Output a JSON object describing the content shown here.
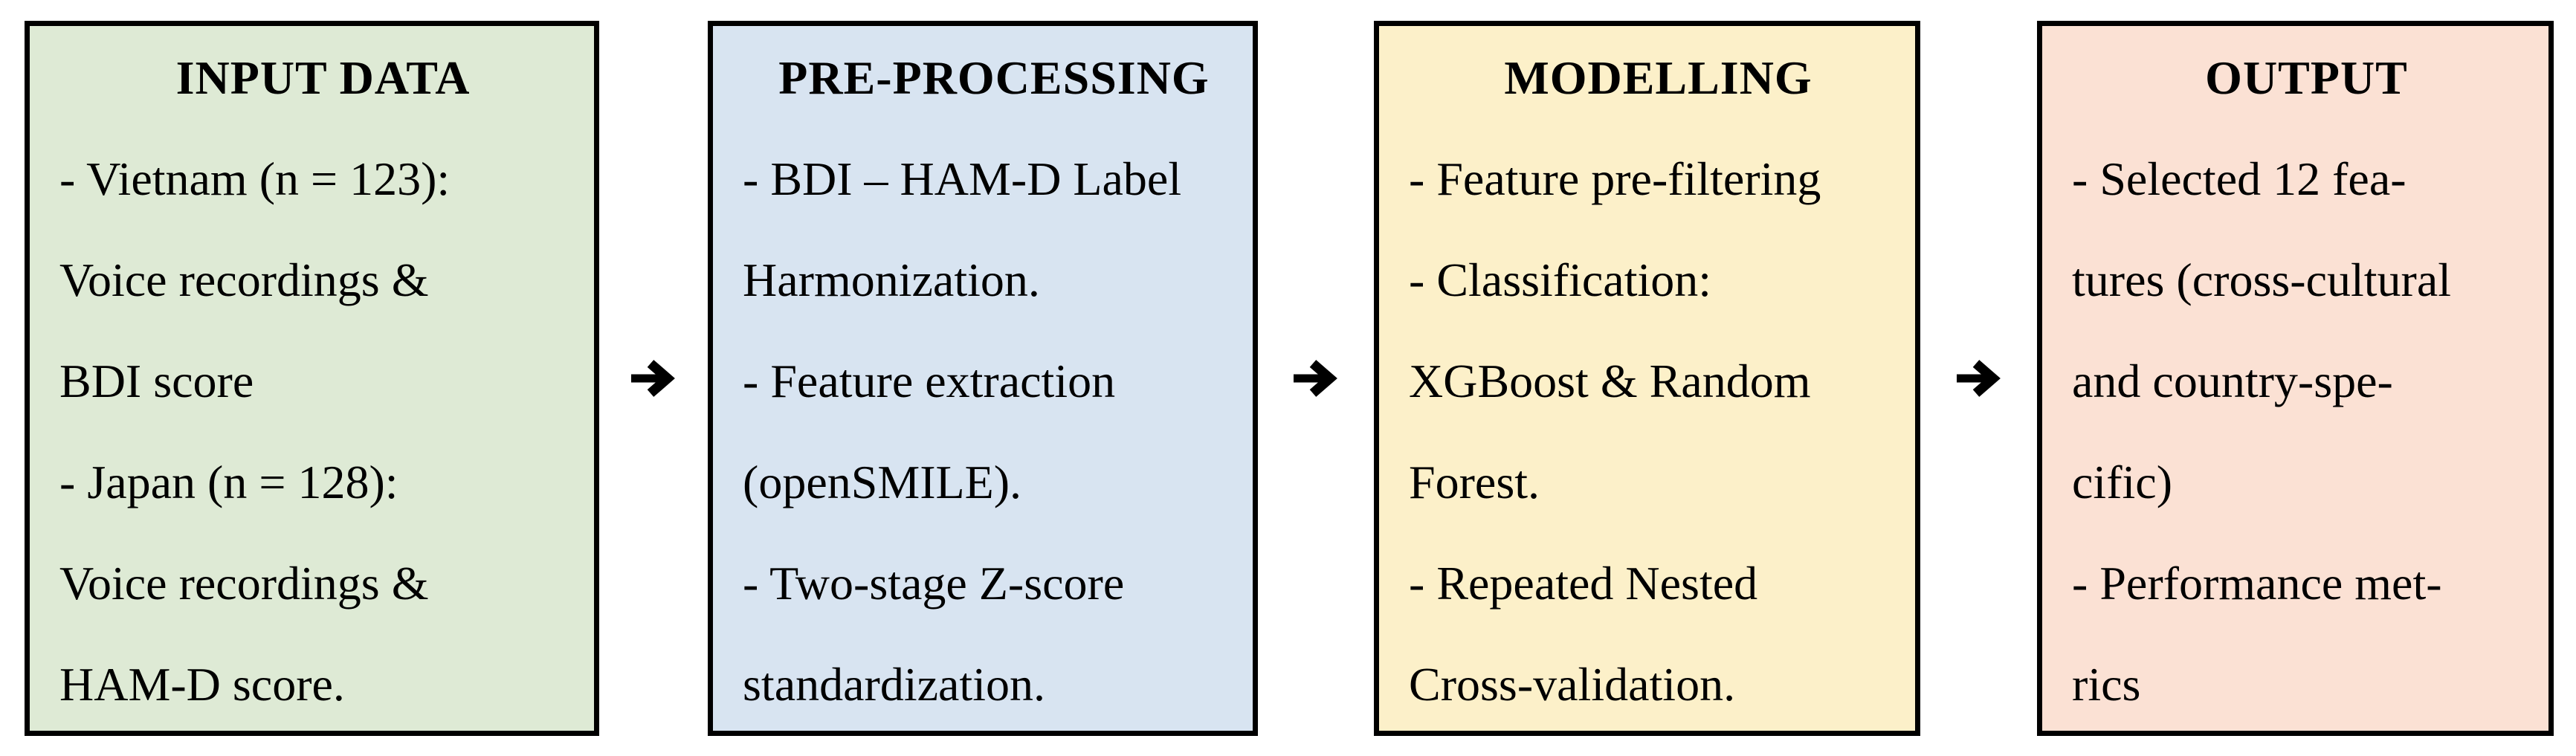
{
  "figure": {
    "background": "#ffffff",
    "border_color": "#000000",
    "text_color": "#000000",
    "arrow_symbol": "→",
    "stages": [
      {
        "title": "INPUT DATA",
        "fill": "#DEEAD5",
        "lines": [
          "- Vietnam (n = 123):",
          "Voice recordings &",
          "BDI score",
          "- Japan (n = 128):",
          "Voice recordings &",
          "HAM-D score."
        ]
      },
      {
        "title": "PRE-PROCESSING",
        "fill": "#D8E4F1",
        "lines": [
          "- BDI – HAM-D Label",
          "Harmonization.",
          "- Feature extraction",
          "(openSMILE).",
          "- Two-stage Z-score",
          "standardization."
        ]
      },
      {
        "title": "MODELLING",
        "fill": "#FCF0C9",
        "lines": [
          "- Feature pre-filtering",
          "- Classification:",
          "XGBoost & Random",
          "Forest.",
          "- Repeated Nested",
          "Cross-validation."
        ]
      },
      {
        "title": "OUTPUT",
        "fill": "#FBE1D4",
        "lines": [
          "- Selected 12 fea-",
          "tures (cross-cultural",
          "and country-spe-",
          "cific)",
          "- Performance met-",
          "rics"
        ]
      }
    ]
  }
}
